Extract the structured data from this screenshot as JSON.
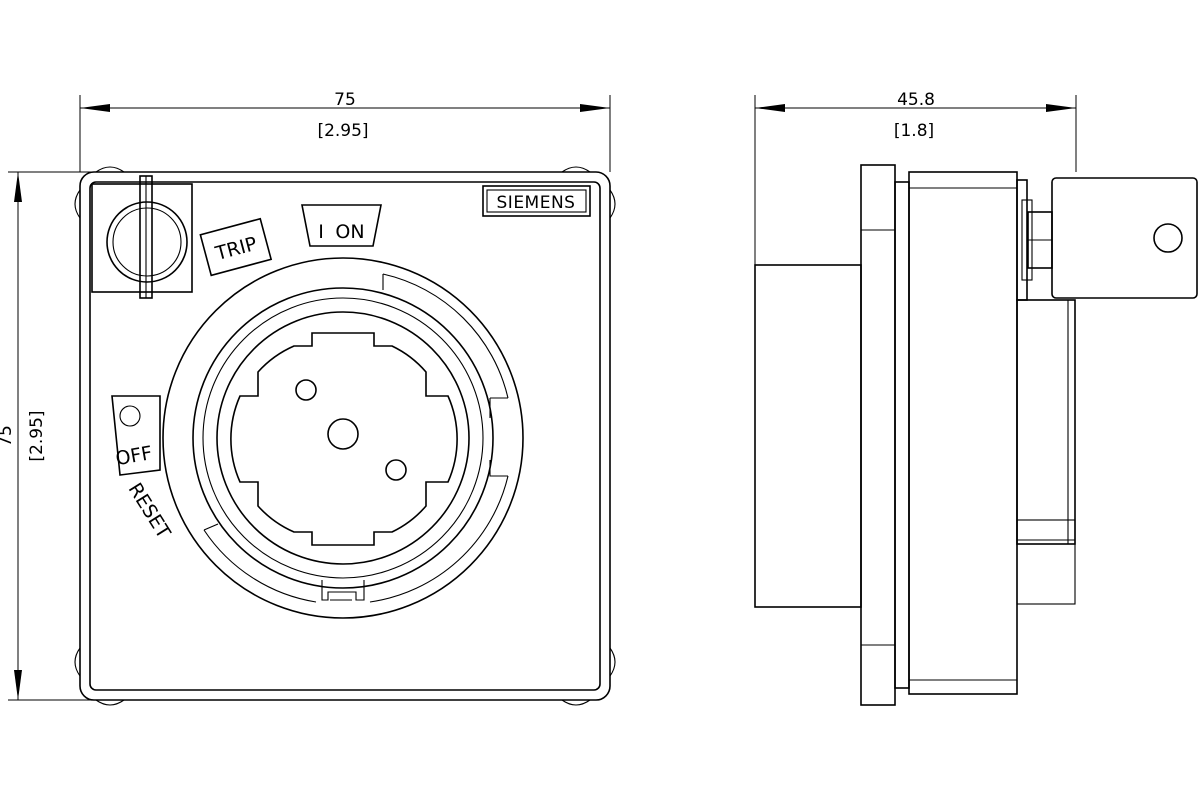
{
  "front_view": {
    "width_dim": {
      "value": "75",
      "inch": "[2.95]"
    },
    "height_dim": {
      "value": "75",
      "inch": "[2.95]"
    },
    "brand_label": "SIEMENS",
    "trip_label": "TRIP",
    "on_label": "ON",
    "on_mark": "I",
    "off_label": "OFF",
    "reset_label": "RESET"
  },
  "side_view": {
    "depth_dim": {
      "value": "45.8",
      "inch": "[1.8]"
    }
  }
}
